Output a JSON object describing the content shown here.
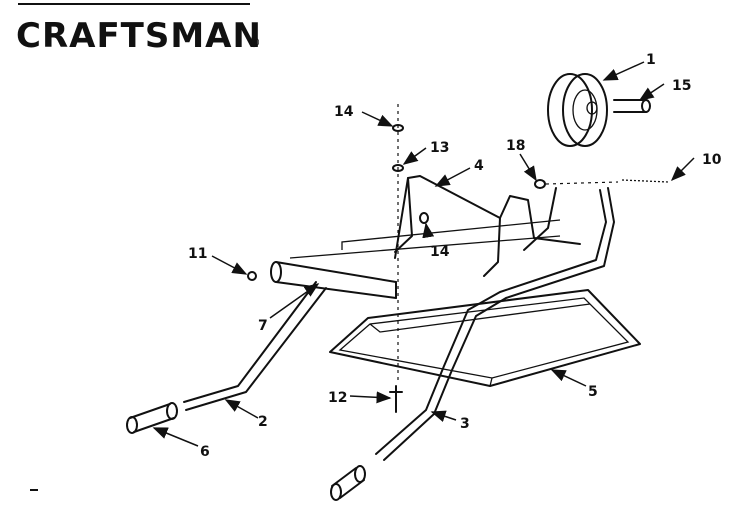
{
  "brand": {
    "name": "CRAFTSMAN",
    "mark": "®"
  },
  "callouts": {
    "c1": "1",
    "c2": "2",
    "c3": "3",
    "c4": "4",
    "c5": "5",
    "c6": "6",
    "c7": "7",
    "c10": "10",
    "c11": "11",
    "c12": "12",
    "c13": "13",
    "c14a": "14",
    "c14b": "14",
    "c15": "15",
    "c18": "18"
  }
}
